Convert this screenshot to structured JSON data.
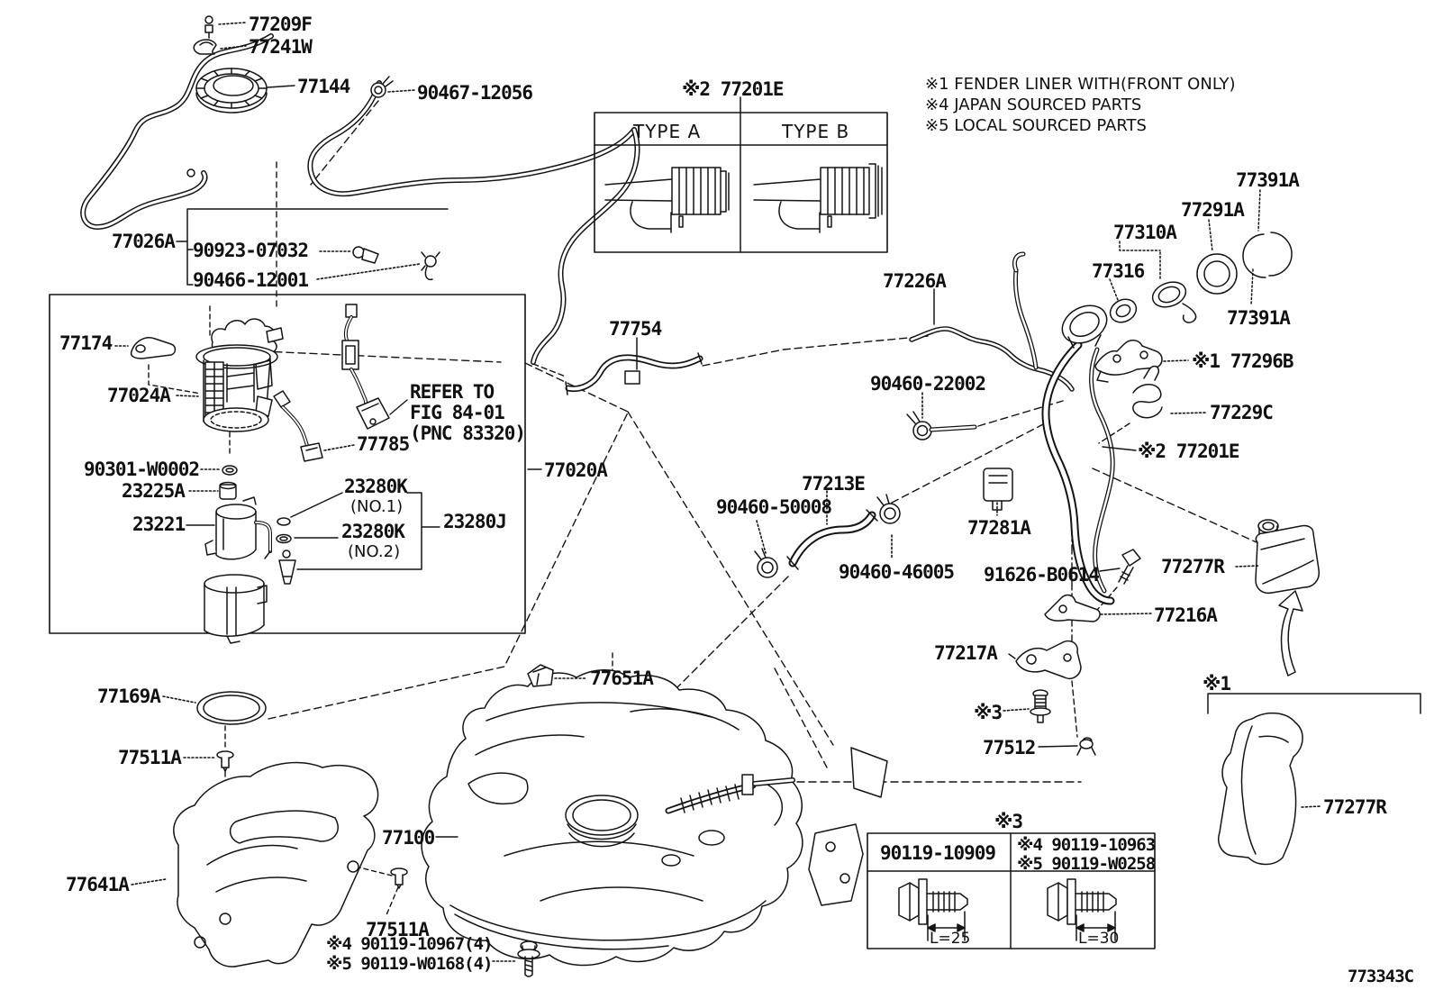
{
  "figure": {
    "code": "773343C"
  },
  "notes": {
    "n1": "※1 FENDER LINER WITH(FRONT ONLY)",
    "n4": "※4 JAPAN SOURCED PARTS",
    "n5": "※5 LOCAL SOURCED PARTS"
  },
  "type_box": {
    "title": "※2 77201E",
    "col_a": "TYPE A",
    "col_b": "TYPE B"
  },
  "bolt_box": {
    "title": "※3",
    "left_part": "90119-10909",
    "right_part_a": "※4 90119-10963",
    "right_part_b": "※5 90119-W0258",
    "left_length": "L=25",
    "right_length": "L=30"
  },
  "callouts": {
    "c77209f": "77209F",
    "c77241w": "77241W",
    "c77144": "77144",
    "c90467_12056": "90467-12056",
    "c77026a": "77026A",
    "c90923_07032": "90923-07032",
    "c90466_12001": "90466-12001",
    "c77174": "77174",
    "c77024a": "77024A",
    "refer_note": "REFER TO\nFIG 84-01\n(PNC 83320)",
    "c77785": "77785",
    "c90301_w0002": "90301-W0002",
    "c23225a": "23225A",
    "c23221": "23221",
    "c23280k_1": "23280K",
    "c23280k_1_sub": "(NO.1)",
    "c23280k_2": "23280K",
    "c23280k_2_sub": "(NO.2)",
    "c23280j": "23280J",
    "c77020a": "77020A",
    "c77754": "77754",
    "c77226a": "77226A",
    "c90460_22002": "90460-22002",
    "c77213e": "77213E",
    "c90460_50008": "90460-50008",
    "c90460_46005": "90460-46005",
    "c77281a": "77281A",
    "c91626_b0614": "91626-B0614",
    "c77216a": "77216A",
    "c77217a": "77217A",
    "c3_bolt": "※3",
    "c77512": "77512",
    "c77391a_1": "77391A",
    "c77291a": "77291A",
    "c77310a": "77310A",
    "c77316": "77316",
    "c77391a_2": "77391A",
    "c77296b": "※1 77296B",
    "c77229c": "77229C",
    "c77201e_mid": "※2 77201E",
    "c77277r_1": "77277R",
    "c77277r_2": "77277R",
    "c1_bracket": "※1",
    "c77651a": "77651A",
    "c77169a": "77169A",
    "c77511a_1": "77511A",
    "c77511a_2": "77511A",
    "c77100": "77100",
    "c77641a": "77641A",
    "tank_bolt_note_a": "※4 90119-10967(4)",
    "tank_bolt_note_b": "※5 90119-W0168(4)"
  }
}
